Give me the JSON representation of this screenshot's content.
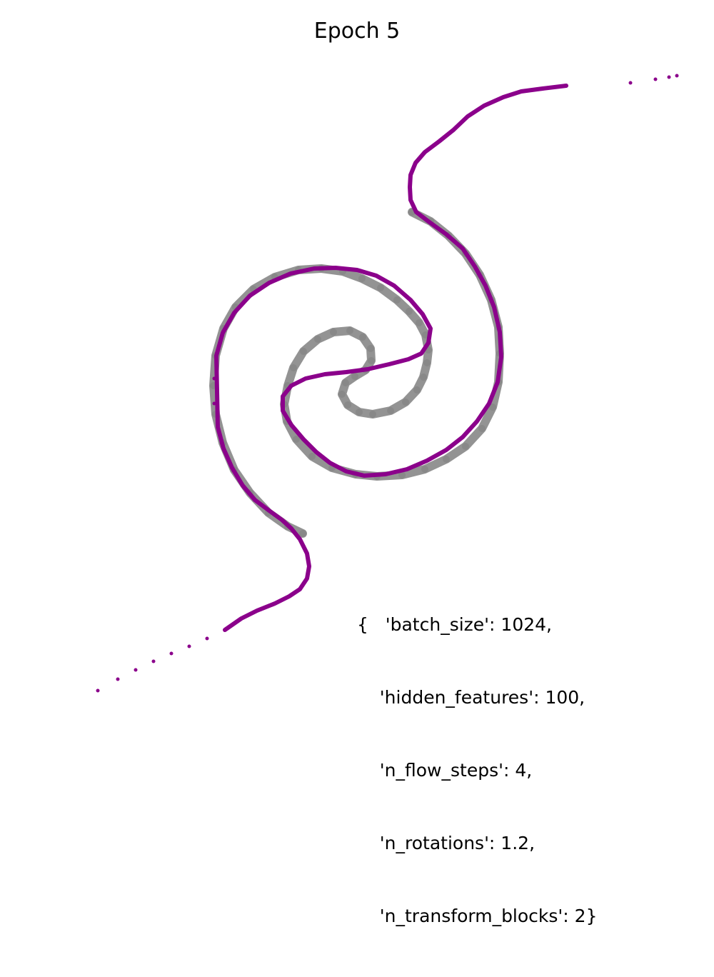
{
  "chart_data": {
    "type": "scatter",
    "title": "Epoch 5",
    "xlabel": "",
    "ylabel": "",
    "axes": "off",
    "grid": false,
    "colors": {
      "target": "#808080",
      "model": "#8b008b"
    },
    "annotation_lines": [
      "{   'batch_size': 1024,",
      "    'hidden_features': 100,",
      "    'n_flow_steps': 4,",
      "    'n_rotations': 1.2,",
      "    'n_transform_blocks': 2}"
    ],
    "series": [
      {
        "role": "target",
        "points": [
          [
            577,
            297
          ],
          [
            603,
            310
          ],
          [
            628,
            330
          ],
          [
            652,
            355
          ],
          [
            672,
            385
          ],
          [
            688,
            420
          ],
          [
            698,
            458
          ],
          [
            700,
            495
          ],
          [
            698,
            535
          ],
          [
            690,
            570
          ],
          [
            675,
            600
          ],
          [
            652,
            625
          ],
          [
            625,
            643
          ],
          [
            595,
            657
          ],
          [
            563,
            665
          ],
          [
            528,
            667
          ],
          [
            498,
            664
          ],
          [
            465,
            655
          ],
          [
            437,
            639
          ],
          [
            415,
            615
          ],
          [
            402,
            590
          ],
          [
            398,
            566
          ],
          [
            403,
            540
          ],
          [
            411,
            515
          ],
          [
            425,
            492
          ],
          [
            445,
            475
          ],
          [
            467,
            465
          ],
          [
            490,
            463
          ],
          [
            508,
            472
          ],
          [
            519,
            488
          ],
          [
            520,
            505
          ],
          [
            512,
            518
          ],
          [
            497,
            527
          ],
          [
            484,
            536
          ],
          [
            479,
            552
          ],
          [
            487,
            567
          ],
          [
            503,
            577
          ],
          [
            522,
            580
          ],
          [
            547,
            575
          ],
          [
            568,
            563
          ],
          [
            584,
            546
          ],
          [
            593,
            528
          ],
          [
            598,
            508
          ],
          [
            600,
            490
          ],
          [
            596,
            469
          ],
          [
            587,
            452
          ],
          [
            573,
            436
          ],
          [
            556,
            420
          ],
          [
            533,
            403
          ],
          [
            507,
            390
          ],
          [
            480,
            380
          ],
          [
            450,
            376
          ],
          [
            418,
            378
          ],
          [
            385,
            388
          ],
          [
            355,
            405
          ],
          [
            330,
            430
          ],
          [
            313,
            460
          ],
          [
            302,
            498
          ],
          [
            299,
            540
          ],
          [
            302,
            580
          ],
          [
            312,
            620
          ],
          [
            328,
            658
          ],
          [
            350,
            690
          ],
          [
            376,
            718
          ],
          [
            403,
            737
          ],
          [
            424,
            747
          ]
        ]
      },
      {
        "role": "model",
        "points": [
          [
            137,
            967
          ],
          [
            165,
            951
          ],
          [
            190,
            938
          ],
          [
            215,
            926
          ],
          [
            240,
            915
          ],
          [
            265,
            905
          ],
          [
            290,
            894
          ],
          [
            315,
            882
          ],
          [
            338,
            866
          ],
          [
            360,
            855
          ],
          [
            385,
            845
          ],
          [
            405,
            835
          ],
          [
            420,
            825
          ],
          [
            430,
            810
          ],
          [
            433,
            793
          ],
          [
            430,
            775
          ],
          [
            420,
            755
          ],
          [
            408,
            740
          ],
          [
            395,
            728
          ],
          [
            377,
            715
          ],
          [
            357,
            700
          ],
          [
            340,
            680
          ],
          [
            325,
            655
          ],
          [
            313,
            628
          ],
          [
            305,
            598
          ],
          [
            300,
            565
          ],
          [
            300,
            530
          ],
          [
            303,
            498
          ],
          [
            312,
            466
          ],
          [
            328,
            438
          ],
          [
            350,
            414
          ],
          [
            377,
            396
          ],
          [
            407,
            383
          ],
          [
            440,
            376
          ],
          [
            470,
            375
          ],
          [
            500,
            378
          ],
          [
            527,
            386
          ],
          [
            552,
            400
          ],
          [
            575,
            420
          ],
          [
            592,
            440
          ],
          [
            603,
            460
          ],
          [
            600,
            480
          ],
          [
            590,
            495
          ],
          [
            572,
            503
          ],
          [
            545,
            510
          ],
          [
            515,
            517
          ],
          [
            485,
            521
          ],
          [
            455,
            524
          ],
          [
            428,
            530
          ],
          [
            408,
            540
          ],
          [
            396,
            555
          ],
          [
            396,
            575
          ],
          [
            408,
            595
          ],
          [
            425,
            615
          ],
          [
            443,
            633
          ],
          [
            462,
            648
          ],
          [
            485,
            660
          ],
          [
            510,
            666
          ],
          [
            540,
            664
          ],
          [
            570,
            657
          ],
          [
            598,
            645
          ],
          [
            625,
            630
          ],
          [
            648,
            612
          ],
          [
            668,
            590
          ],
          [
            685,
            565
          ],
          [
            697,
            535
          ],
          [
            702,
            500
          ],
          [
            700,
            465
          ],
          [
            692,
            430
          ],
          [
            680,
            400
          ],
          [
            665,
            373
          ],
          [
            648,
            348
          ],
          [
            625,
            328
          ],
          [
            600,
            310
          ],
          [
            583,
            297
          ],
          [
            575,
            280
          ],
          [
            574,
            262
          ],
          [
            575,
            245
          ],
          [
            582,
            228
          ],
          [
            595,
            213
          ],
          [
            615,
            198
          ],
          [
            635,
            182
          ],
          [
            655,
            163
          ],
          [
            678,
            148
          ],
          [
            705,
            136
          ],
          [
            730,
            128
          ],
          [
            760,
            124
          ],
          [
            793,
            120
          ],
          [
            883,
            116
          ],
          [
            918,
            111
          ],
          [
            937,
            108
          ],
          [
            948,
            106
          ]
        ]
      }
    ]
  }
}
